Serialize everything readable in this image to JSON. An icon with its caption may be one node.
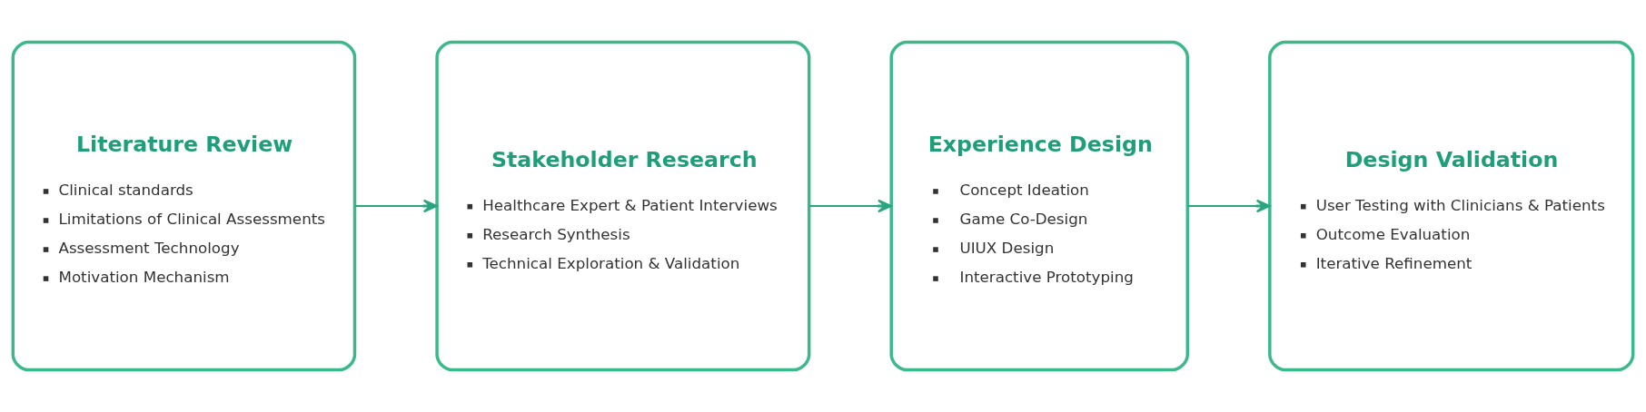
{
  "diagram": {
    "nodes": [
      {
        "text": [
          "Literature Review",
          "Clinical standards",
          "Limitations of Clinical Assessments",
          "Assessment Technology",
          "Motivation Mechanism"
        ]
      },
      {
        "text": [
          "Stakeholder Research",
          "Healthcare Expert & Patient Interviews",
          "Research Synthesis",
          "Technical Exploration & Validation"
        ]
      },
      {
        "text": [
          "Experience Design",
          "Concept Ideation",
          "Game Co-Design",
          "UIUX Design",
          "Interactive Prototyping"
        ]
      },
      {
        "text": [
          "Design Validation",
          "User Testing with Clinicians & Patients",
          "Outcome Evaluation",
          "Iterative Refinement"
        ]
      }
    ],
    "edges": [
      {
        "from": 0,
        "to": 1,
        "arrow": "to"
      },
      {
        "from": 1,
        "to": 2,
        "arrow": "to"
      },
      {
        "from": 2,
        "to": 3,
        "arrow": "to"
      }
    ]
  }
}
